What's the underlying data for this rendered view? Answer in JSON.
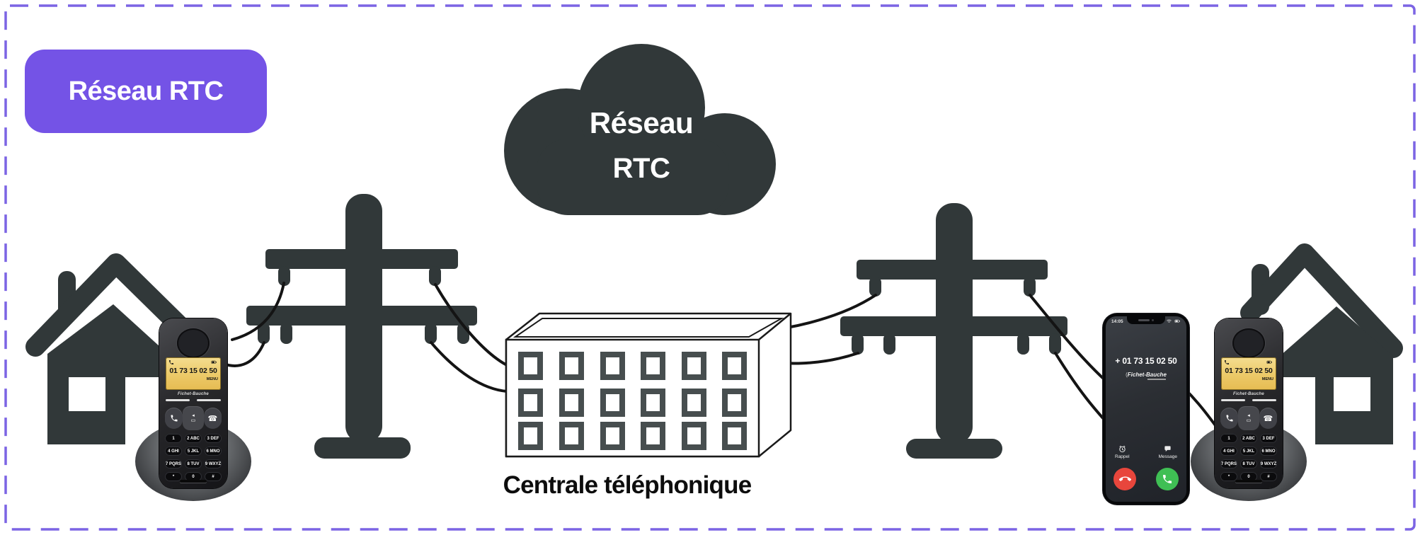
{
  "frame": {
    "border_color": "#7C64E4"
  },
  "badge": {
    "label": "Réseau RTC",
    "bg_color": "#7453E6"
  },
  "cloud": {
    "line1": "Réseau",
    "line2": "RTC",
    "color": "#313839"
  },
  "exchange": {
    "label": "Centrale téléphonique",
    "window_rows": 3,
    "window_cols": 6,
    "window_frame_color": "#474E4F"
  },
  "cordless_phone": {
    "display_number": "01 73 15 02 50",
    "menu_label": "MENU",
    "brand": "Fichet-Bauche",
    "screen_color": "#EFCE6C",
    "keys": [
      "1",
      "2 ABC",
      "3 DEF",
      "4 GHI",
      "5 JKL",
      "6 MNO",
      "7 PQRS",
      "8 TUV",
      "9 WXYZ",
      "*",
      "0",
      "#"
    ]
  },
  "smartphone": {
    "time": "14:05",
    "caller_number": "+ 01 73 15 02 50",
    "caller_name": "Fichet-Bauche",
    "recall_label": "Rappel",
    "message_label": "Message",
    "decline_color": "#E8463C",
    "accept_color": "#3FBF54"
  },
  "colors": {
    "silhouette": "#313839",
    "wire": "#141414",
    "background": "#FFFFFF"
  }
}
